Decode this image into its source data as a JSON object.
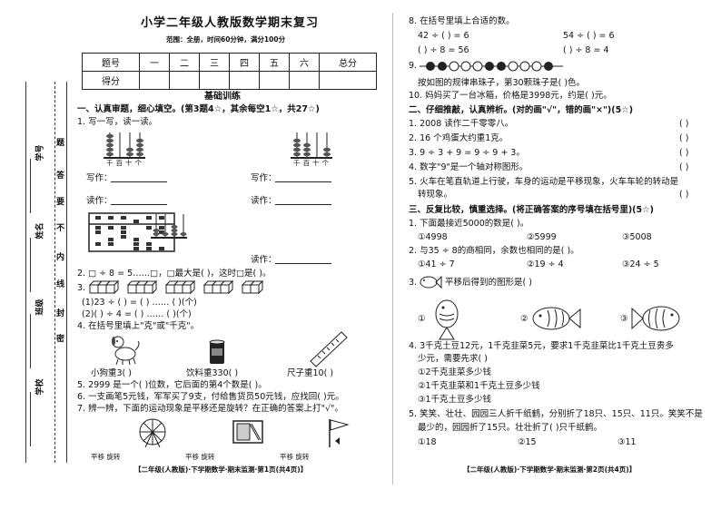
{
  "binding_margin": {
    "student_id": "学号",
    "name": "姓名",
    "class": "班级",
    "school": "学校",
    "chars": [
      "题",
      "答",
      "要",
      "不",
      "内",
      "线",
      "封",
      "密"
    ]
  },
  "left": {
    "title": "小学二年级人教版数学期末复习",
    "subtitle": "范围：全册，时间60分钟，满分100分",
    "score_table": {
      "headers": [
        "题号",
        "一",
        "二",
        "三",
        "四",
        "五",
        "六",
        "总分"
      ],
      "row_label": "得分"
    },
    "section_title": "基础训练",
    "part1": "一、认真审题，细心填空。(第3题4☆，其余每空1☆，共27☆)",
    "q1": "1. 写一写，读一读。",
    "abacus_labels": [
      "千",
      "百",
      "十",
      "个"
    ],
    "write_label": "写作：",
    "read_label": "读作：",
    "q2": "2. □ ÷ 8 = 5……□，□最大是(        )，这时□是(          )。",
    "q3": "3.",
    "q3_lines": [
      "(1)23 ÷ (        ) = (        ) …… (      )(个)",
      "(2)(        ) ÷ 4 = (        ) …… (      )(个)"
    ],
    "q4": "4. 在括号里填上\"克\"或\"千克\"。",
    "q4_items": [
      "小狗重3(      )",
      "饮料重330(      )",
      "尺子重10(      )"
    ],
    "q5": "5. 2999 是一个(        )位数，它后面的第4个数是(          )。",
    "q6": "6. 一支画笔5元钱，军军买了9支，付给售货员50元钱，应找回(        )元。",
    "q7": "7. 辨一辨，下面的运动现象是平移还是旋转？在正确的答案上打\"√\"。",
    "q7_options": [
      "平移   旋转",
      "平移   旋转",
      "平移   旋转"
    ],
    "footer": "【二年级(人教版)·下学期数学·期末监测·第1页(共4页)】"
  },
  "right": {
    "q8": "8. 在括号里填上合适的数。",
    "q8_items": [
      "42 ÷ (           ) = 6",
      "54 ÷ (           ) = 6",
      "(           ) ÷ 8 = 56",
      "(           ) ÷ 8 = 4"
    ],
    "q9": "9.",
    "q9_text": "按如图的规律串珠子，第30颗珠子是(        )色。",
    "q10": "10. 妈妈买了一台冰箱，价格是3998元，约是(           )元。",
    "part2": "二、仔细推敲，认真辨析。(对的画\"√\"，错的画\"×\")(5☆)",
    "p2_items": [
      "1. 2008 读作二千零零八。",
      "2. 16 个鸡蛋大约重1克。",
      "3. 9 ÷ 3 + 9 = 9 ÷ 9 + 3。",
      "4. 数字\"9\"是一个轴对称图形。"
    ],
    "p2_5a": "5. 火车在笔直轨道上行驶，车身的运动是平移现象，火车车轮的转动是",
    "p2_5b": "转现象。",
    "paren": "(      )",
    "part3": "三、反复比较，慎重选择。(将正确答案的序号填在括号里)(5☆)",
    "c1": "1. 下面最接近5000的数是(        )。",
    "c1_opts": [
      "①4998",
      "②5999",
      "③5008"
    ],
    "c2": "2. 与35 ÷ 8的商相同，余数也相同的是(        )。",
    "c2_opts": [
      "①41 ÷ 7",
      "②19 ÷ 4",
      "③24 ÷ 5"
    ],
    "c3": "3.",
    "c3_tail": "平移后得到的图形是(      )",
    "c3_opts": [
      "①",
      "②",
      "③"
    ],
    "c4a": "4. 3千克土豆12元，1千克韭菜5元，要求1千克韭菜比1千克土豆贵多",
    "c4b": "少元，需要先求(        )",
    "c4_opts": [
      "①2千克韭菜多少钱",
      "②1千克韭菜和1千克土豆多少钱",
      "③1千克土豆多少钱"
    ],
    "c5a": "5. 笑笑、壮壮、园园三人折千纸鹤，分别折了18只、15只、11只。笑笑不是",
    "c5b": "最少的，园园折了15只。壮壮折了(        )只千纸鹤。",
    "c5_opts": [
      "①18",
      "②15",
      "③11"
    ],
    "footer": "【二年级(人教版)·下学期数学·期末监测·第2页(共4页)】"
  }
}
